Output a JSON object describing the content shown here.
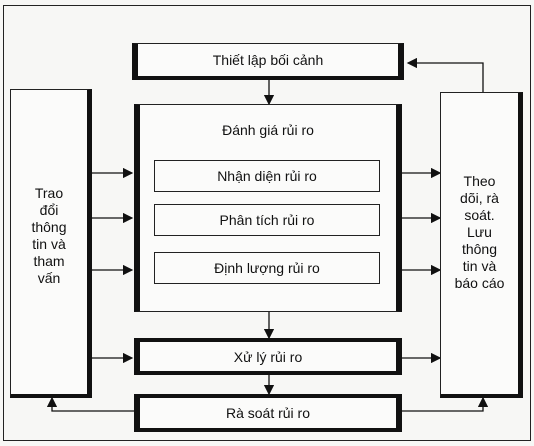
{
  "blocks": {
    "context": "Thiết lập bối cảnh",
    "assessment": "Đánh giá rủi ro",
    "identify": "Nhận diện rủi ro",
    "analyze": "Phân tích rủi ro",
    "quantify": "Định lượng rủi ro",
    "treatment": "Xử lý rủi ro",
    "review": "Rà soát rủi ro",
    "communication": [
      "Trao",
      "đổi",
      "thông",
      "tin và",
      "tham",
      "vấn"
    ],
    "monitoring": [
      "Theo",
      "dõi, rà",
      "soát.",
      "Lưu",
      "thông",
      "tin và",
      "báo cáo"
    ]
  }
}
